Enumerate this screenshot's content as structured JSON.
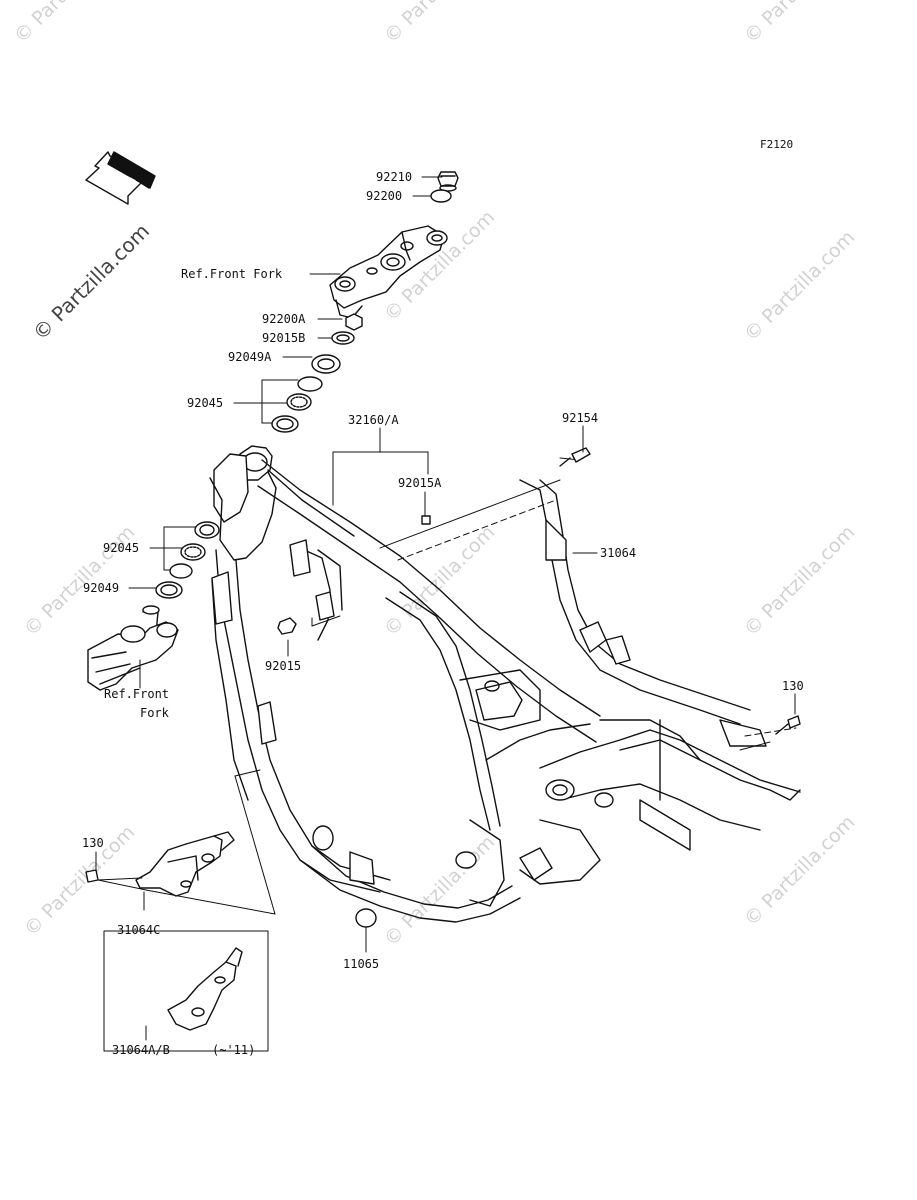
{
  "figure_code": "F2120",
  "front_label": "FRONT",
  "watermark": "© Partzilla.com",
  "labels": {
    "p92210": "92210",
    "p92200": "92200",
    "ref_front_fork_top": "Ref.Front Fork",
    "p92200A": "92200A",
    "p92015B": "92015B",
    "p92049A": "92049A",
    "p92045_top": "92045",
    "p32160A": "32160/A",
    "p92154": "92154",
    "p92015A": "92015A",
    "p31064": "31064",
    "p92045_bottom": "92045",
    "p92049": "92049",
    "p92015": "92015",
    "ref_front_fork_left": "Ref.Front",
    "ref_front_fork_left_2": "Fork",
    "p130_right": "130",
    "p130_left": "130",
    "p31064C": "31064C",
    "p11065": "11065",
    "p31064AB": "31064A/B",
    "year_note": "(~'11)"
  }
}
